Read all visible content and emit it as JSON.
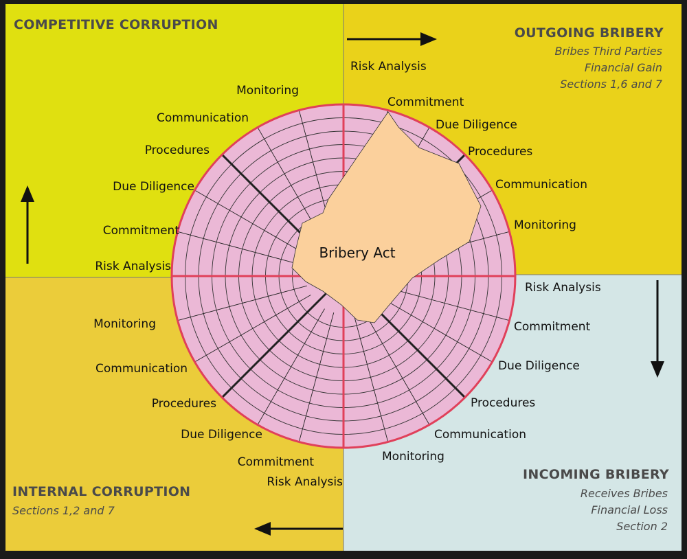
{
  "center_label": "Bribery Act",
  "quadrants": {
    "top_left": {
      "title": "COMPETITIVE CORRUPTION",
      "color": "#e0e010",
      "labels": [
        "Monitoring",
        "Communication",
        "Procedures",
        "Due Diligence",
        "Commitment",
        "Risk Analysis"
      ]
    },
    "top_right": {
      "title": "OUTGOING BRIBERY",
      "subtitles": [
        "Bribes Third Parties",
        "Financial Gain",
        "Sections 1,6 and 7"
      ],
      "color": "#ead21a",
      "labels": [
        "Risk Analysis",
        "Commitment",
        "Due Diligence",
        "Procedures",
        "Communication",
        "Monitoring"
      ]
    },
    "bottom_right": {
      "title": "INCOMING BRIBERY",
      "subtitles": [
        "Receives Bribes",
        "Financial Loss",
        "Section 2"
      ],
      "color": "#d4e6e6",
      "labels": [
        "Risk Analysis",
        "Commitment",
        "Due Diligence",
        "Procedures",
        "Communication",
        "Monitoring"
      ]
    },
    "bottom_left": {
      "title": "INTERNAL CORRUPTION",
      "subtitles": [
        "Sections 1,2 and 7"
      ],
      "color": "#ebcc3a",
      "labels": [
        "Monitoring",
        "Communication",
        "Procedures",
        "Due Diligence",
        "Commitment",
        "Risk Analysis"
      ]
    }
  },
  "colors": {
    "wheel_fill": "#ebb8d6",
    "wheel_rim": "#e0405a",
    "score_fill": "#fbd09c",
    "frame": "#1a1a1a"
  }
}
